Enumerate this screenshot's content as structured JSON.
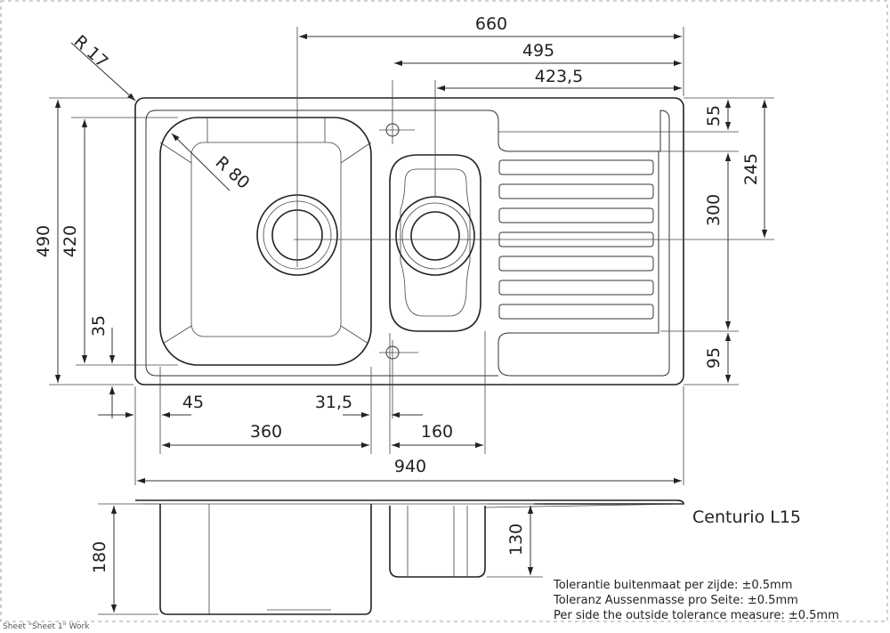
{
  "model_name": "Centurio L15",
  "footer_label": "Sheet \"Sheet 1\" Work",
  "tolerance_notes": [
    "Tolerantie buitenmaat per zijde: ±0.5mm",
    "Toleranz Aussenmasse pro Seite: ±0.5mm",
    "Per side the outside tolerance measure: ±0.5mm"
  ],
  "dimensions": {
    "top_width_660": "660",
    "top_width_495": "495",
    "top_width_423_5": "423,5",
    "radius_corner": "R 17",
    "radius_bowl": "R 80",
    "right_55": "55",
    "right_245": "245",
    "right_300": "300",
    "right_95": "95",
    "left_490": "490",
    "left_420": "420",
    "left_35": "35",
    "bottom_45": "45",
    "bottom_31_5": "31,5",
    "bottom_360": "360",
    "bottom_160": "160",
    "bottom_940": "940",
    "side_180": "180",
    "side_130": "130"
  }
}
